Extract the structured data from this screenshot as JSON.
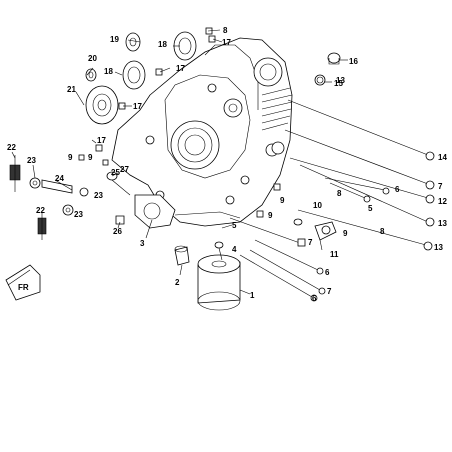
{
  "diagram": {
    "labels": [
      "1",
      "2",
      "3",
      "4",
      "5",
      "5",
      "6",
      "6",
      "6",
      "7",
      "7",
      "7",
      "8",
      "8",
      "8",
      "9",
      "9",
      "9",
      "9",
      "9",
      "10",
      "11",
      "12",
      "13",
      "13",
      "13",
      "14",
      "15",
      "16",
      "17",
      "17",
      "17",
      "17",
      "18",
      "18",
      "19",
      "20",
      "21",
      "22",
      "22",
      "23",
      "23",
      "23",
      "24",
      "25",
      "26",
      "27"
    ],
    "fr_badge": "FR"
  }
}
